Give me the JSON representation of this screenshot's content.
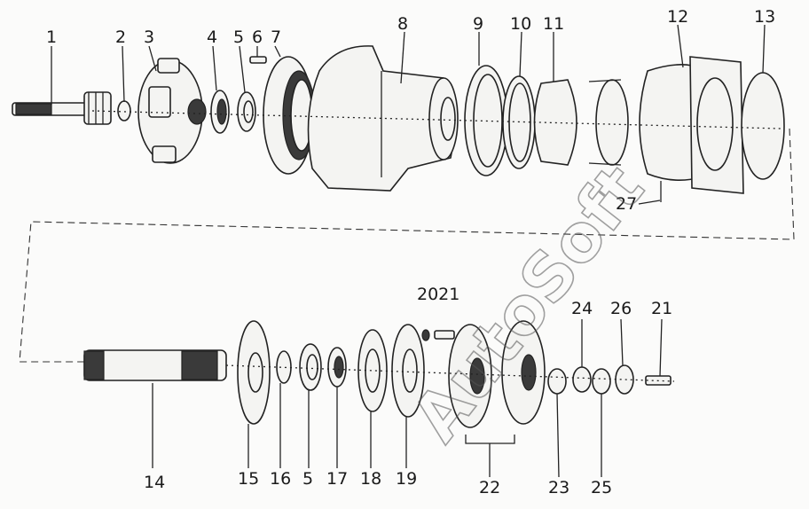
{
  "labels": {
    "l1": "1",
    "l2": "2",
    "l3": "3",
    "l4": "4",
    "l5a": "5",
    "l6": "6",
    "l7": "7",
    "l8": "8",
    "l9": "9",
    "l10": "10",
    "l11": "11",
    "l12": "12",
    "l13": "13",
    "l27": "27",
    "l2021": "2021",
    "l24": "24",
    "l26": "26",
    "l21": "21",
    "l14": "14",
    "l15": "15",
    "l16": "16",
    "l5b": "5",
    "l17": "17",
    "l18": "18",
    "l19": "19",
    "l22": "22",
    "l23": "23",
    "l25": "25"
  },
  "watermark": "AutoSoft",
  "colors": {
    "line": "#222222",
    "fill": "#f4f4f2",
    "dark": "#3a3a3a",
    "watermark": "#555555"
  }
}
